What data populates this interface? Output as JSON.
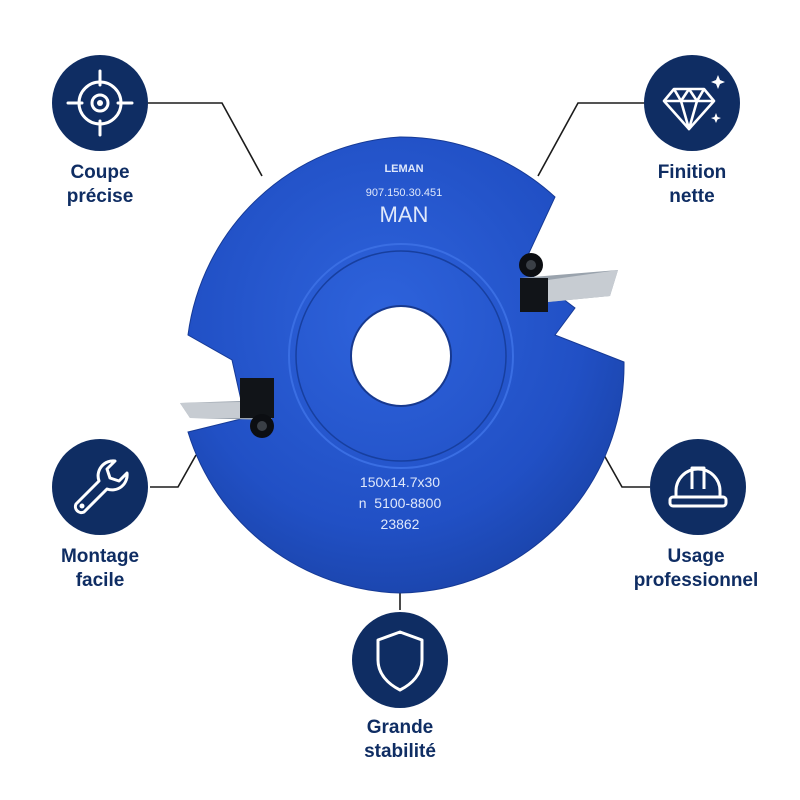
{
  "features": [
    {
      "id": "coupe",
      "line1": "Coupe",
      "line2": "précise",
      "icon": "crosshair-icon"
    },
    {
      "id": "finition",
      "line1": "Finition",
      "line2": "nette",
      "icon": "diamond-icon"
    },
    {
      "id": "montage",
      "line1": "Montage",
      "line2": "facile",
      "icon": "wrench-icon"
    },
    {
      "id": "usage",
      "line1": "Usage",
      "line2": "professionnel",
      "icon": "hard-hat-icon"
    },
    {
      "id": "stabilite",
      "line1": "Grande",
      "line2": "stabilité",
      "icon": "shield-icon"
    }
  ],
  "blade": {
    "brand": "LEMAN",
    "reference": "907.150.30.451",
    "type": "MAN",
    "dimensions": "150x14.7x30",
    "speed": "n  5100-8800",
    "serial": "23862"
  },
  "colors": {
    "badge": "#0f2d63",
    "blade": "#1f4fc9",
    "text": "#0f2d63"
  }
}
